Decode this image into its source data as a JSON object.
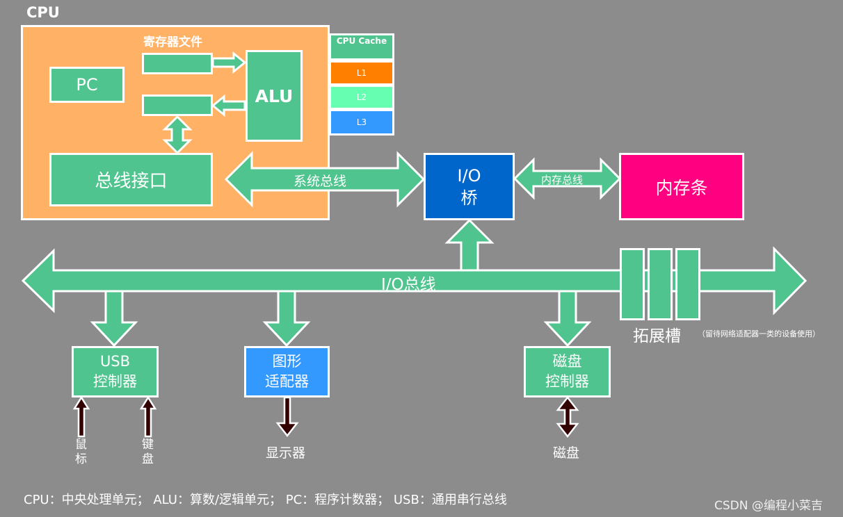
{
  "colors": {
    "background": "#8c8c8c",
    "cpu_fill": "#ffb266",
    "green": "#50c48e",
    "l1": "#ff8000",
    "l2": "#66ffb2",
    "l3": "#3399ff",
    "io_bridge": "#0066cc",
    "memory": "#ff0080",
    "graphics": "#3399ff",
    "dark_arrow": "#330000"
  },
  "cpu": {
    "title": "CPU",
    "register_file_label": "寄存器文件",
    "pc_label": "PC",
    "alu_label": "ALU",
    "bus_interface_label": "总线接口"
  },
  "cache": {
    "title": "CPU Cache",
    "levels": [
      "L1",
      "L2",
      "L3"
    ]
  },
  "system_bus_label": "系统总线",
  "memory_bus_label": "内存总线",
  "io_bridge": {
    "line1": "I/O",
    "line2": "桥"
  },
  "memory_label": "内存条",
  "io_bus_label": "I/O总线",
  "expansion": {
    "label": "拓展槽",
    "note": "（留待网络适配器一类的设备使用）"
  },
  "usb_controller": {
    "line1": "USB",
    "line2": "控制器"
  },
  "graphics_adapter": {
    "line1": "图形",
    "line2": "适配器"
  },
  "disk_controller": {
    "line1": "磁盘",
    "line2": "控制器"
  },
  "devices": {
    "mouse": "鼠\n标",
    "keyboard": "键\n盘",
    "display": "显示器",
    "disk": "磁盘"
  },
  "legend": "CPU：中央处理单元； ALU：算数/逻辑单元； PC：程序计数器； USB：通用串行总线",
  "watermark": "CSDN @编程小菜吉"
}
